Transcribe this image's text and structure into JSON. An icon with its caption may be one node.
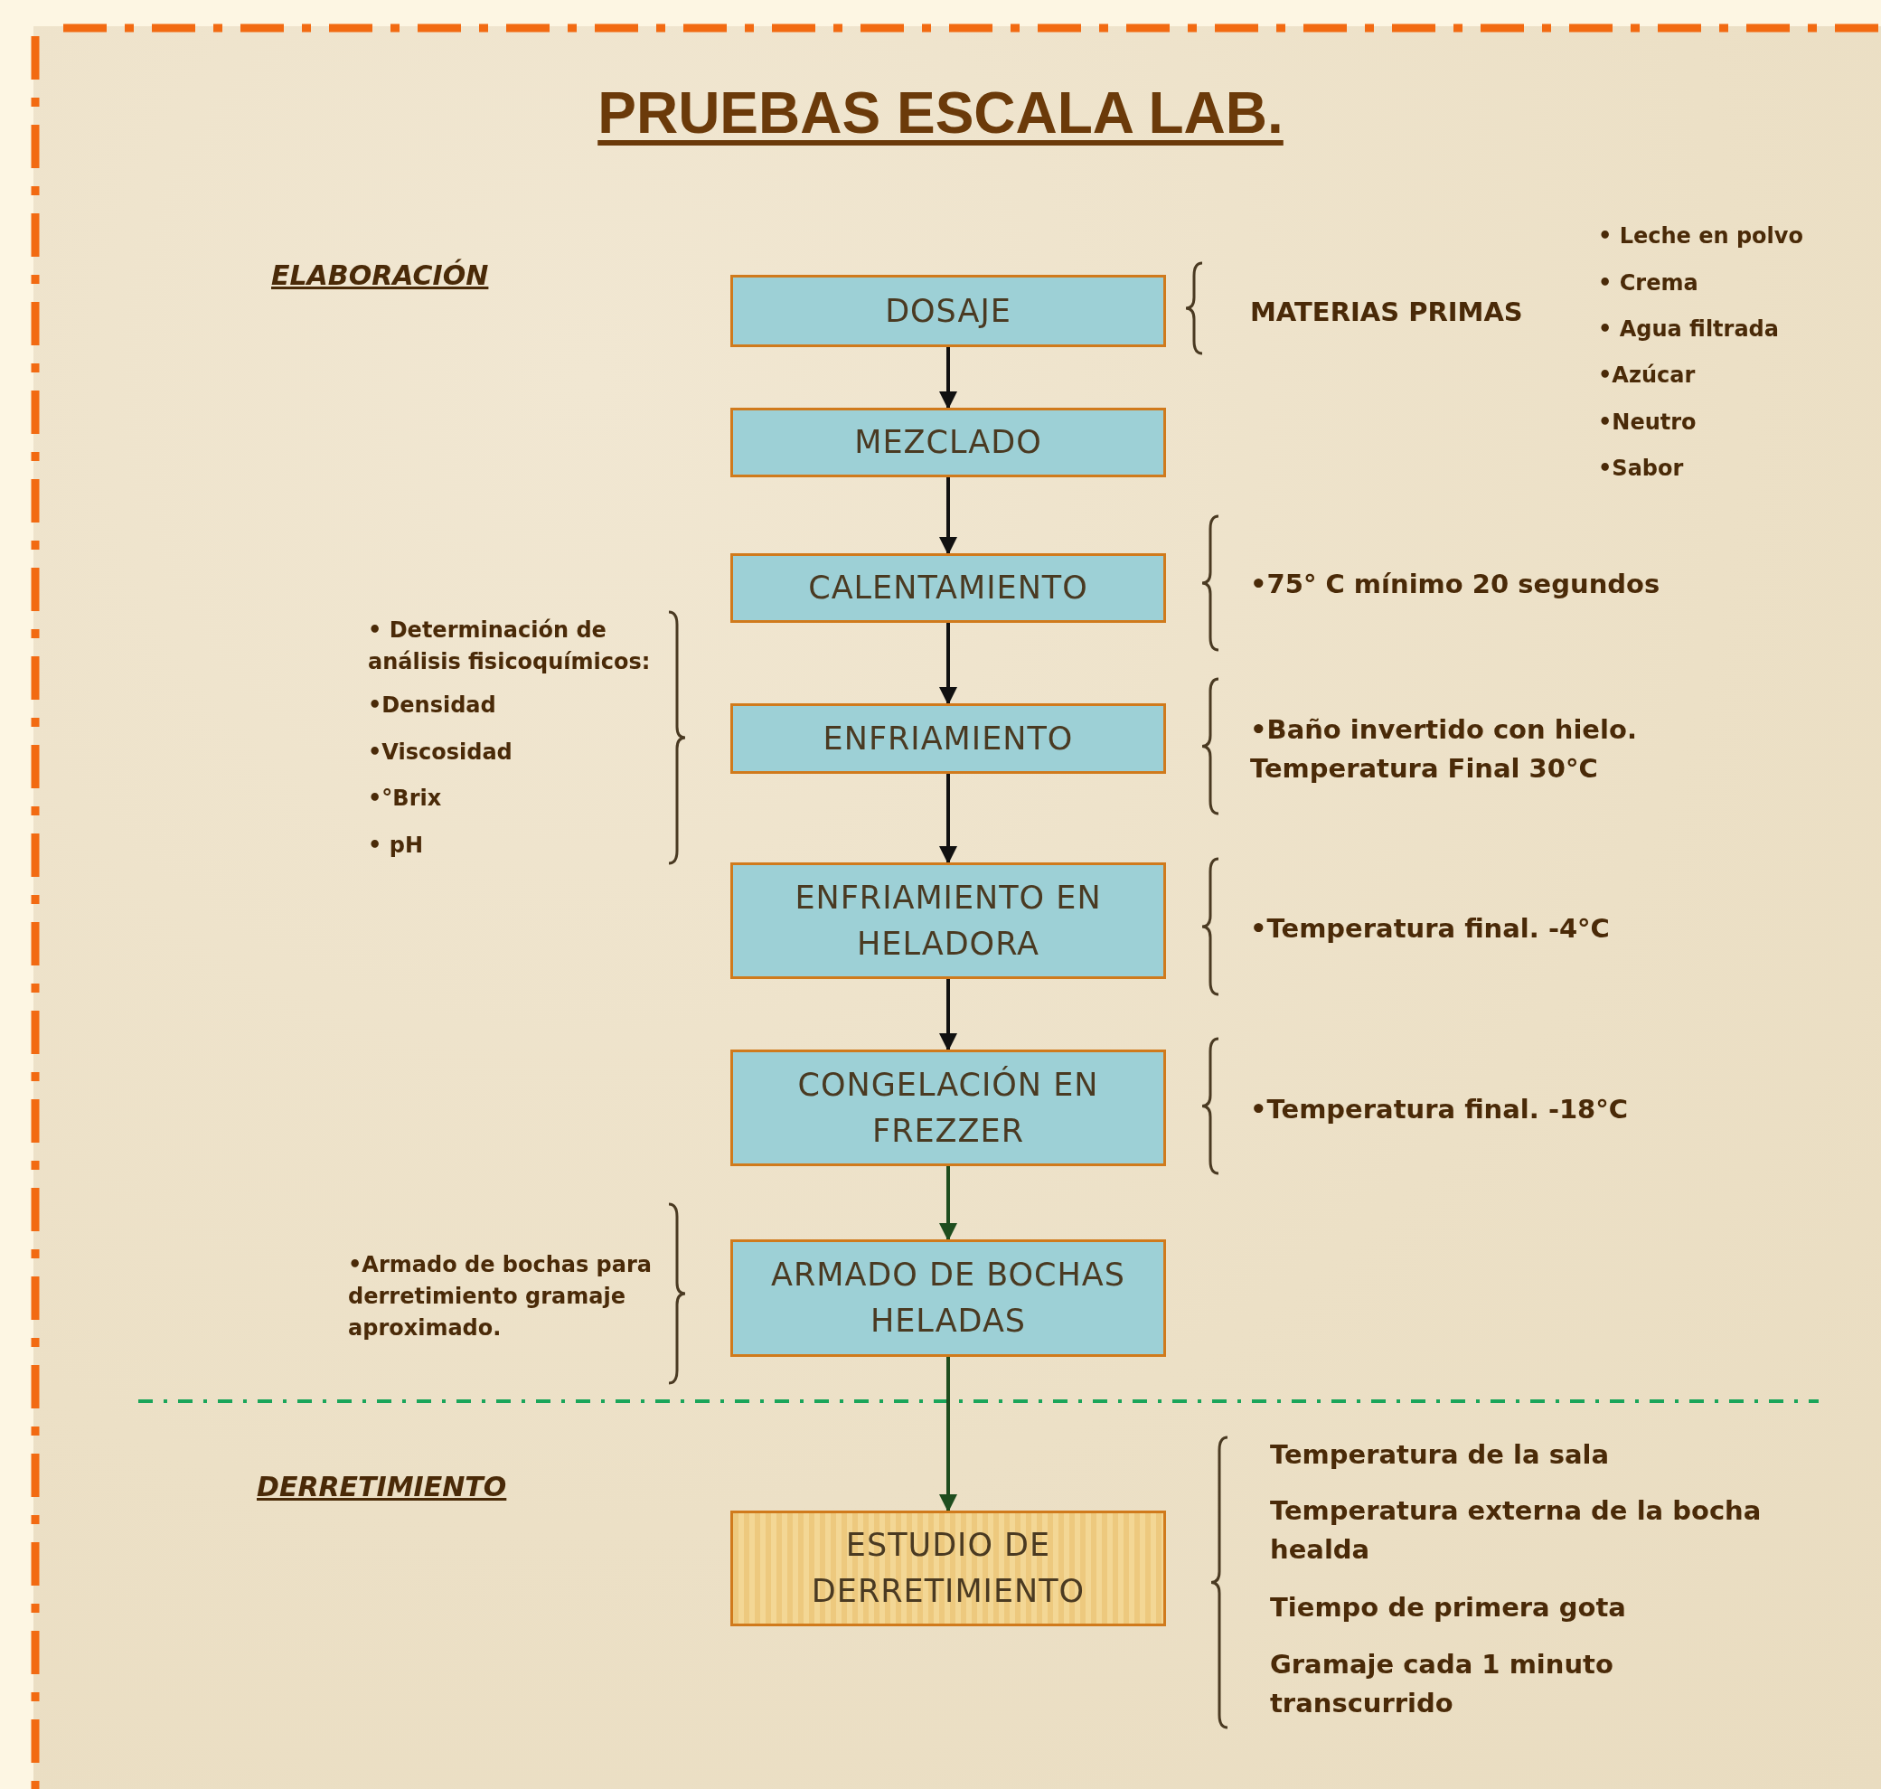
{
  "diagram": {
    "title": "PRUEBAS ESCALA LAB.",
    "nodes": [
      {
        "text": [
          "DOSAJE"
        ],
        "beside": [
          "MATERIAS PRIMAS",
          "• Leche en polvo",
          "• Crema",
          "• Agua filtrada",
          "•Azúcar",
          "•Neutro",
          "•Sabor"
        ]
      },
      {
        "text": [
          "MEZCLADO"
        ]
      },
      {
        "text": [
          "CALENTAMIENTO"
        ],
        "beside": [
          "•75° C mínimo 20 segundos"
        ]
      },
      {
        "text": [
          "ENFRIAMIENTO"
        ],
        "beside": [
          "•Baño invertido con hielo. Temperatura Final 30°C"
        ]
      },
      {
        "text": [
          "ENFRIAMIENTO EN HELADORA"
        ],
        "beside": [
          "•Temperatura final. -4°C"
        ]
      },
      {
        "text": [
          "CONGELACIÓN EN FREZZER"
        ],
        "beside": [
          "•Temperatura final. -18°C"
        ]
      },
      {
        "text": [
          "ARMADO DE BOCHAS HELADAS"
        ],
        "beside": [
          "•Armado de bochas para derretimiento gramaje aproximado."
        ]
      },
      {
        "text": [
          "ESTUDIO DE DERRETIMIENTO"
        ],
        "beside": [
          "Temperatura de la sala",
          "Temperatura externa de la bocha healda",
          "Tiempo de primera gota",
          "Gramaje cada 1 minuto transcurrido"
        ]
      }
    ],
    "edges": [
      {
        "from": 0,
        "to": 1,
        "arrow": "to"
      },
      {
        "from": 1,
        "to": 2,
        "arrow": "to"
      },
      {
        "from": 2,
        "to": 3,
        "arrow": "to"
      },
      {
        "from": 3,
        "to": 4,
        "arrow": "to"
      },
      {
        "from": 4,
        "to": 5,
        "arrow": "to"
      },
      {
        "from": 5,
        "to": 6,
        "arrow": "to",
        "color": "#1e4d1e"
      },
      {
        "from": 6,
        "to": 7,
        "arrow": "to",
        "color": "#1e4d1e"
      }
    ],
    "labels": [
      "ELABORACIÓN",
      "• Determinación de análisis fisicoquímicos:",
      "•Densidad",
      "•Viscosidad",
      "•°Brix",
      "• pH",
      "DERRETIMIENTO"
    ]
  }
}
